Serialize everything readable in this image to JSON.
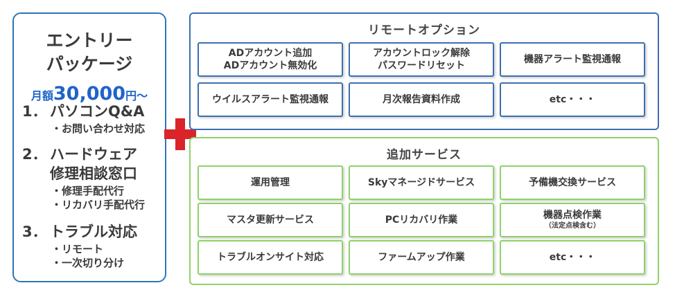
{
  "package": {
    "title_line1": "エントリー",
    "title_line2": "パッケージ",
    "price": {
      "prefix": "月額",
      "amount": "30,000",
      "suffix": "円～"
    },
    "items": [
      {
        "no": "1．",
        "lines": [
          "パソコンQ&A"
        ],
        "subs": [
          "・お問い合わせ対応"
        ]
      },
      {
        "no": "2．",
        "lines": [
          "ハードウェア",
          "修理相談窓口"
        ],
        "subs": [
          "・修理手配代行",
          "・リカバリ手配代行"
        ]
      },
      {
        "no": "3．",
        "lines": [
          "トラブル対応"
        ],
        "subs": [
          "・リモート",
          "・一次切り分け"
        ]
      }
    ]
  },
  "plus_icon": {
    "name": "plus-icon",
    "color": "#d9242a"
  },
  "remote_options": {
    "title": "リモートオプション",
    "border_color": "#3a6fb0",
    "cells": [
      {
        "l1": "ADアカウント追加",
        "l2": "ADアカウント無効化"
      },
      {
        "l1": "アカウントロック解除",
        "l2": "パスワードリセット"
      },
      {
        "l1": "機器アラート監視通報"
      },
      {
        "l1": "ウイルスアラート監視通報"
      },
      {
        "l1": "月次報告資料作成"
      },
      {
        "l1": "etc・・・"
      }
    ]
  },
  "additional_services": {
    "title": "追加サービス",
    "border_color": "#8ed16a",
    "cells": [
      {
        "l1": "運用管理"
      },
      {
        "l1": "Skyマネージドサービス"
      },
      {
        "l1": "予備機交換サービス"
      },
      {
        "l1": "マスタ更新サービス"
      },
      {
        "l1": "PCリカバリ作業"
      },
      {
        "l1": "機器点検作業",
        "note": "（法定点検含む）"
      },
      {
        "l1": "トラブルオンサイト対応"
      },
      {
        "l1": "ファームアップ作業"
      },
      {
        "l1": "etc・・・"
      }
    ]
  }
}
